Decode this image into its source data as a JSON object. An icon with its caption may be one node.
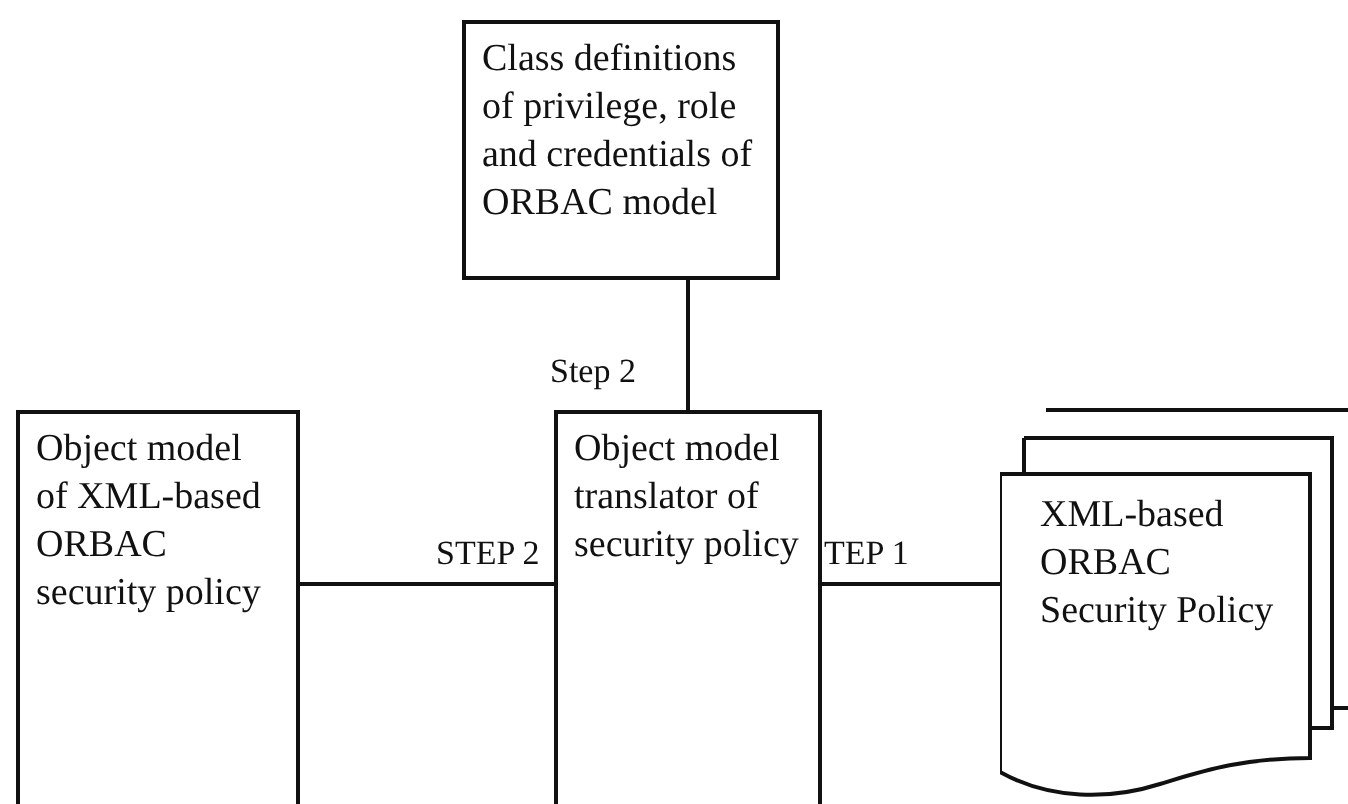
{
  "diagram": {
    "nodes": [
      {
        "text": [
          "Class definitions of privilege, role and credentials of ORBAC model"
        ]
      },
      {
        "text": [
          "Object model of XML-based ORBAC security policy"
        ]
      },
      {
        "text": [
          "Object model translator of security policy"
        ]
      },
      {
        "text": [
          "XML-based ORBAC Security Policy"
        ]
      }
    ],
    "edges": [
      {
        "from": 0,
        "to": 2,
        "arrow": "none",
        "label": "Step 2"
      },
      {
        "from": 2,
        "to": 1,
        "arrow": "none",
        "label": "STEP 2"
      },
      {
        "from": 3,
        "to": 2,
        "arrow": "none",
        "label": "TEP 1"
      }
    ]
  }
}
